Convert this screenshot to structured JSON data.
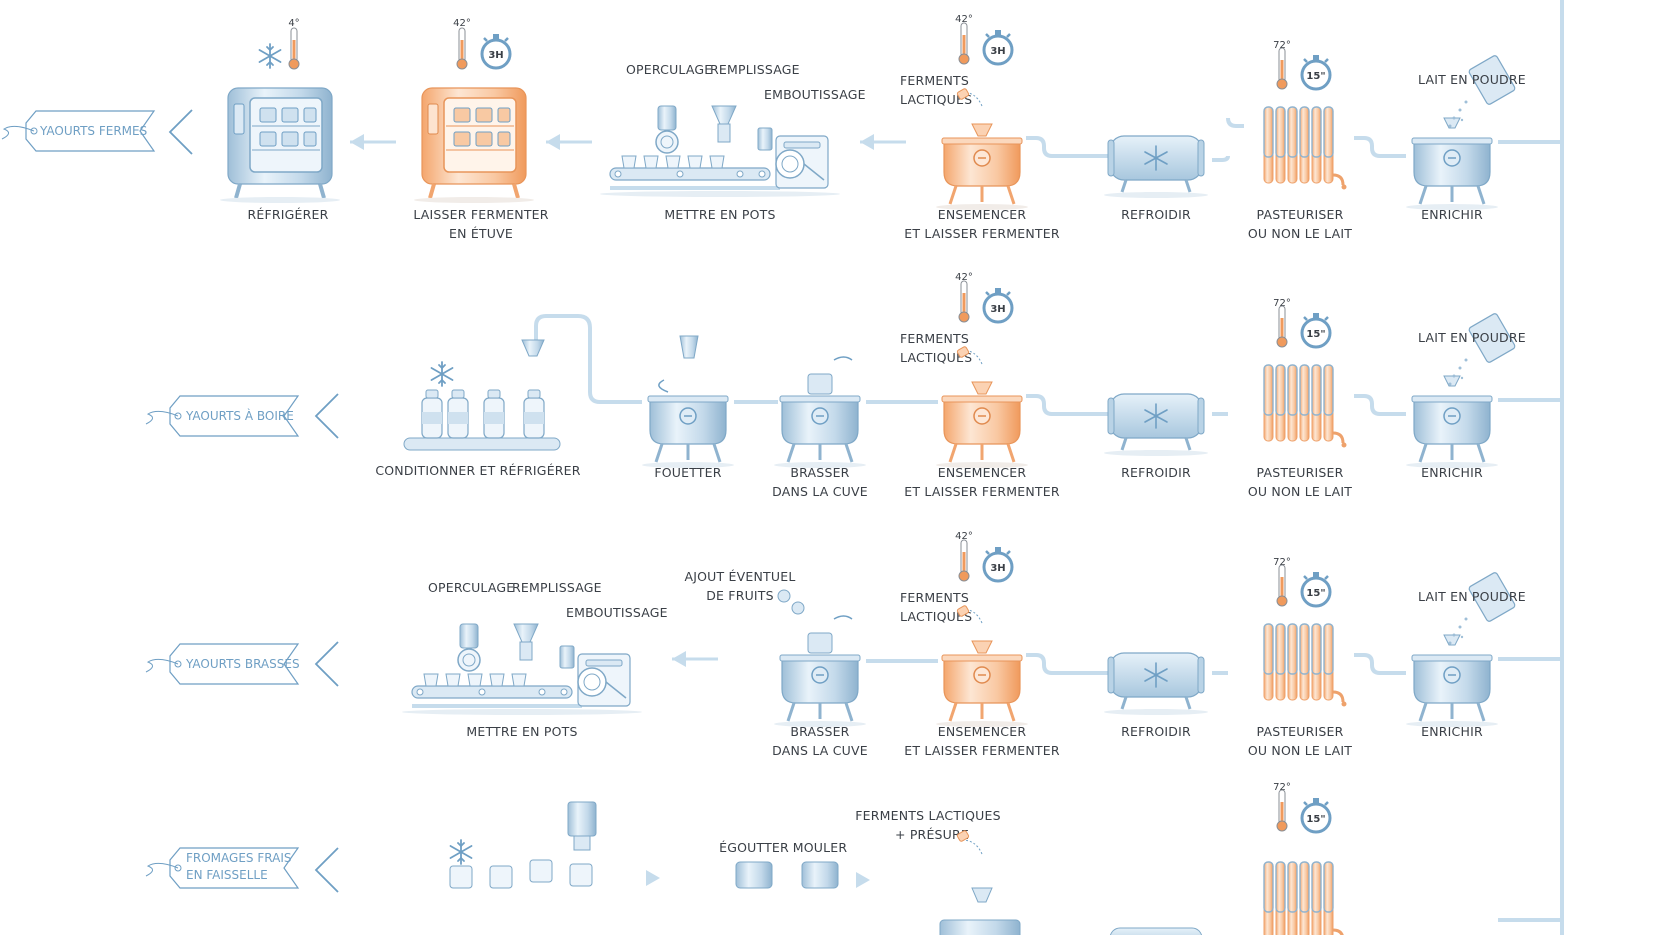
{
  "rows": [
    {
      "tag": "YAOURTS FERMES",
      "step_labels": {
        "refrigerer": "RÉFRIGÉRER",
        "etuve_1": "LAISSER FERMENTER",
        "etuve_2": "EN ÉTUVE",
        "pots": "METTRE EN POTS",
        "ensemencer_1": "ENSEMENCER",
        "ensemencer_2": "ET LAISSER FERMENTER",
        "refroidir": "REFROIDIR",
        "pasteuriser_1": "PASTEURISER",
        "pasteuriser_2": "OU NON LE LAIT",
        "enrichir": "ENRICHIR"
      },
      "callouts": {
        "operculage": "OPERCULAGE",
        "remplissage": "REMPLISSAGE",
        "emboutissage": "EMBOUTISSAGE",
        "ferments_1": "FERMENTS",
        "ferments_2": "LACTIQUES",
        "lait_poudre": "LAIT EN POUDRE"
      },
      "temps": {
        "frigo": "4°",
        "etuve": "42°",
        "ferment": "42°",
        "pasteur": "72°"
      },
      "timers": {
        "etuve": "3H",
        "ferment": "3H",
        "pasteur": "15\""
      }
    },
    {
      "tag": "YAOURTS À BOIRE",
      "step_labels": {
        "conditionner": "CONDITIONNER ET RÉFRIGÉRER",
        "fouetter": "FOUETTER",
        "brasser_1": "BRASSER",
        "brasser_2": "DANS LA CUVE",
        "ensemencer_1": "ENSEMENCER",
        "ensemencer_2": "ET LAISSER FERMENTER",
        "refroidir": "REFROIDIR",
        "pasteuriser_1": "PASTEURISER",
        "pasteuriser_2": "OU NON LE LAIT",
        "enrichir": "ENRICHIR"
      },
      "callouts": {
        "ferments_1": "FERMENTS",
        "ferments_2": "LACTIQUES",
        "lait_poudre": "LAIT EN POUDRE"
      },
      "temps": {
        "ferment": "42°",
        "pasteur": "72°"
      },
      "timers": {
        "ferment": "3H",
        "pasteur": "15\""
      }
    },
    {
      "tag": "YAOURTS BRASSÉS",
      "step_labels": {
        "pots": "METTRE EN POTS",
        "brasser_1": "BRASSER",
        "brasser_2": "DANS LA CUVE",
        "ensemencer_1": "ENSEMENCER",
        "ensemencer_2": "ET LAISSER FERMENTER",
        "refroidir": "REFROIDIR",
        "pasteuriser_1": "PASTEURISER",
        "pasteuriser_2": "OU NON LE LAIT",
        "enrichir": "ENRICHIR"
      },
      "callouts": {
        "operculage": "OPERCULAGE",
        "remplissage": "REMPLISSAGE",
        "emboutissage": "EMBOUTISSAGE",
        "fruits_1": "AJOUT ÉVENTUEL",
        "fruits_2": "DE FRUITS",
        "ferments_1": "FERMENTS",
        "ferments_2": "LACTIQUES",
        "lait_poudre": "LAIT EN POUDRE"
      },
      "temps": {
        "ferment": "42°",
        "pasteur": "72°"
      },
      "timers": {
        "ferment": "3H",
        "pasteur": "15\""
      }
    },
    {
      "tag_1": "FROMAGES FRAIS",
      "tag_2": "EN FAISSELLE",
      "callouts": {
        "egoutter": "ÉGOUTTER",
        "mouler": "MOULER",
        "ferments_1": "FERMENTS LACTIQUES",
        "ferments_2": "+ PRÉSURE"
      },
      "temps": {
        "pasteur": "72°"
      },
      "timers": {
        "pasteur": "15\""
      }
    }
  ],
  "colors": {
    "steel": "#b9d3e6",
    "steel_dark": "#7fa8c7",
    "pipe": "#c6dcec",
    "warm": "#f6b98a",
    "warm_light": "#fde3cf",
    "text": "#3a3f46",
    "accent": "#6f9fc4"
  },
  "icons": [
    "snowflake-icon",
    "thermometer-icon",
    "stopwatch-icon",
    "tank-icon",
    "radiator-icon",
    "oven-icon",
    "conveyor-icon",
    "powder-bag-icon",
    "flask-icon",
    "arrow-left-icon",
    "tag-icon",
    "chevron-left-icon"
  ]
}
